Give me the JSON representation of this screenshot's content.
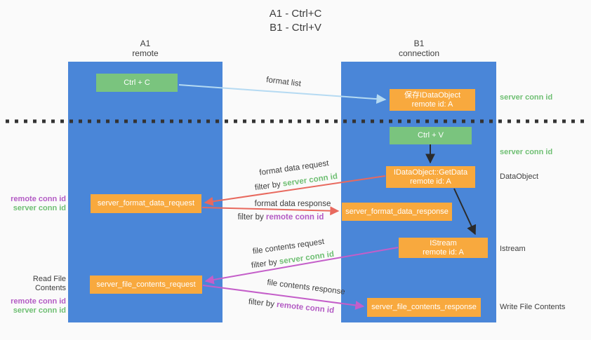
{
  "title": {
    "line1": "A1 - Ctrl+C",
    "line2": "B1 - Ctrl+V"
  },
  "columns": {
    "left": {
      "name": "A1",
      "subtitle": "remote"
    },
    "right": {
      "name": "B1",
      "subtitle": "connection"
    }
  },
  "nodes": {
    "ctrl_c": {
      "label": "Ctrl + C"
    },
    "save_dataobject": {
      "line1": "保存IDataObject",
      "line2": "remote id: A"
    },
    "ctrl_v": {
      "label": "Ctrl + V"
    },
    "getdata": {
      "line1": "IDataObject::GetData",
      "line2": "remote id: A"
    },
    "format_request": {
      "label": "server_format_data_request"
    },
    "format_response": {
      "label": "server_format_data_response"
    },
    "istream": {
      "line1": "IStream",
      "line2": "remote id: A"
    },
    "file_request": {
      "label": "server_file_contents_request"
    },
    "file_response": {
      "label": "server_file_contents_response"
    }
  },
  "flow_labels": {
    "format_list": "format list",
    "format_data_request": "format data request",
    "format_data_response": "format data response",
    "file_contents_request": "file contents request",
    "file_contents_response": "file contents response",
    "filter_by": "filter by ",
    "server_conn_id": "server conn id",
    "remote_conn_id": "remote conn id"
  },
  "side_labels": {
    "left": {
      "remote_conn_id": "remote conn id",
      "server_conn_id": "server conn id",
      "read_file_contents": "Read File Contents"
    },
    "right": {
      "server_conn_id_top": "server conn id",
      "server_conn_id_mid": "server conn id",
      "dataobject": "DataObject",
      "istream": "Istream",
      "write_file_contents": "Write File Contents"
    }
  },
  "colors": {
    "background": "#fafafa",
    "column_blue": "#4a86d8",
    "box_green": "#7ac47e",
    "box_orange": "#f8a93e",
    "arrow_light_blue": "#b5daf2",
    "arrow_salmon": "#e8695e",
    "arrow_magenta": "#c45ec9",
    "arrow_black": "#2b2b2b",
    "dotted_line": "#333333",
    "text_green": "#6fbf73",
    "text_purple": "#b35bc4",
    "text_dark": "#3d3d3d"
  }
}
